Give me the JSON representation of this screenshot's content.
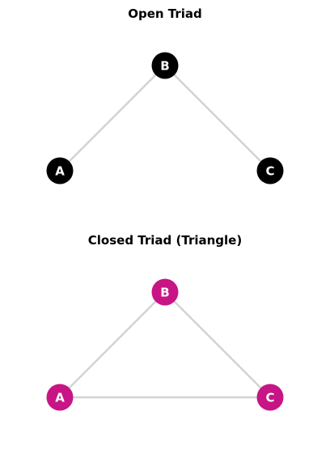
{
  "panels": [
    {
      "title": "Open Triad",
      "node_color": "#000000",
      "edge_color": "#d3d3d3",
      "nodes": [
        {
          "id": "A",
          "label": "A"
        },
        {
          "id": "B",
          "label": "B"
        },
        {
          "id": "C",
          "label": "C"
        }
      ],
      "edges": [
        {
          "source": "A",
          "target": "B"
        },
        {
          "source": "B",
          "target": "C"
        }
      ]
    },
    {
      "title": "Closed Triad (Triangle)",
      "node_color": "#c71585",
      "edge_color": "#d3d3d3",
      "nodes": [
        {
          "id": "A",
          "label": "A"
        },
        {
          "id": "B",
          "label": "B"
        },
        {
          "id": "C",
          "label": "C"
        }
      ],
      "edges": [
        {
          "source": "A",
          "target": "B"
        },
        {
          "source": "B",
          "target": "C"
        },
        {
          "source": "A",
          "target": "C"
        }
      ]
    }
  ]
}
